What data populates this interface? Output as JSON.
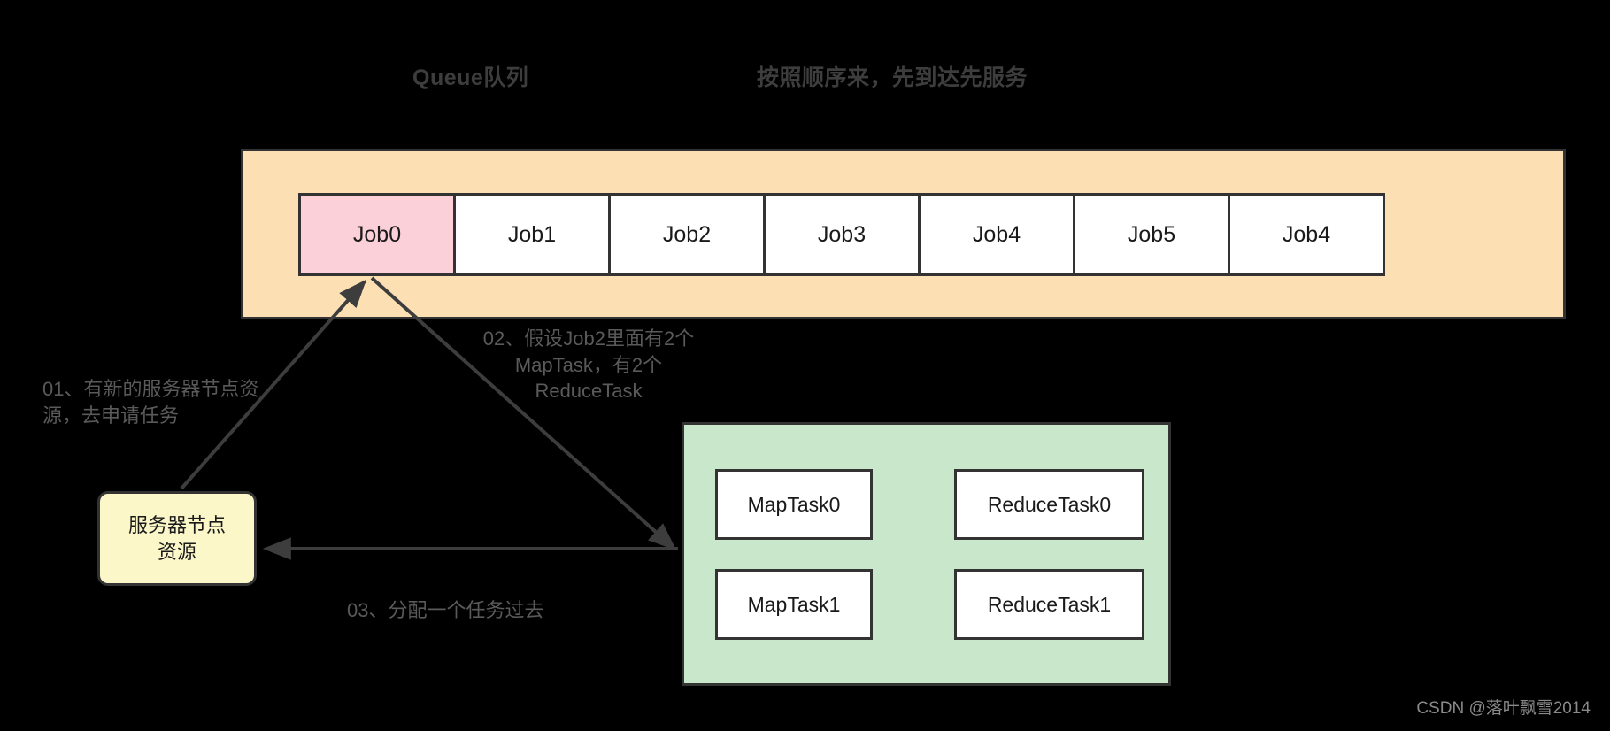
{
  "headings": {
    "queue": "Queue队列",
    "order": "按照顺序来，先到达先服务"
  },
  "queue": {
    "jobs": [
      {
        "label": "Job0",
        "active": true
      },
      {
        "label": "Job1",
        "active": false
      },
      {
        "label": "Job2",
        "active": false
      },
      {
        "label": "Job3",
        "active": false
      },
      {
        "label": "Job4",
        "active": false
      },
      {
        "label": "Job5",
        "active": false
      },
      {
        "label": "Job4",
        "active": false
      }
    ],
    "panel_color": "#fce0b3",
    "active_color": "#fcd0d8"
  },
  "server_node": {
    "line1": "服务器节点",
    "line2": "资源",
    "color": "#fbf7c8"
  },
  "tasks_panel": {
    "color": "#c9e7cb",
    "map_tasks": [
      "MapTask0",
      "MapTask1"
    ],
    "reduce_tasks": [
      "ReduceTask0",
      "ReduceTask1"
    ]
  },
  "annotations": {
    "step_01": "01、有新的服务器节点资源，去申请任务",
    "step_02": "02、假设Job2里面有2个MapTask，有2个ReduceTask",
    "step_03": "03、分配一个任务过去"
  },
  "watermark": "CSDN @落叶飘雪2014",
  "colors": {
    "stroke": "#333333",
    "text": "#1a1a1a",
    "annotation_text": "#5a5a5a",
    "heading_text": "#3d3d3d",
    "background": "#000000"
  }
}
